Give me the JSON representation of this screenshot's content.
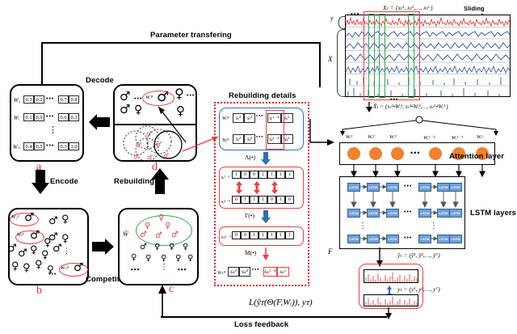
{
  "figure": {
    "top_flow_label": "Parameter transfering",
    "decode_label": "Decode",
    "encode_label": "Encode",
    "rebuilding_label": "Rebuilding",
    "competition_label": "Competition",
    "rebuilding_details_label": "Rebuilding details",
    "attention_label": "Attention layer",
    "lstm_label": "LSTM layers",
    "sliding_label": "Sliding",
    "loss_label": "Loss feedback",
    "loss_formula": "L(ỹᴛ(Θ(F,Wᵢ)), yᴛ)"
  },
  "panel_tags": {
    "a": "a",
    "b": "b",
    "c": "c",
    "d": "d"
  },
  "weight_matrix": {
    "row_labels": [
      "W₁",
      "Wᵢ",
      "Wₙ"
    ],
    "rows": [
      [
        "0.3",
        "0.2",
        "0.7",
        "0.8"
      ],
      [
        "0.1",
        "0.9",
        "0.6",
        "0.3"
      ],
      [
        "0.4",
        "0.5",
        "0.3",
        "1.0"
      ]
    ],
    "ellipsis": "•••",
    "vertical_ellipsis": "⋮"
  },
  "decode_panel": {
    "selected_label": "Wᵢᴮ",
    "male_symbol": "♂",
    "female_symbol": "♀",
    "ellipsis": "•••"
  },
  "competition_panel": {
    "labels": [
      "W₁ᴮ",
      "Wᵢᴮ",
      "Wₙᴮ"
    ],
    "male_symbol": "♂",
    "female_symbol": "♀",
    "ellipsis": "•••",
    "vertical_ellipsis": "⋮"
  },
  "offspring_panel": {
    "w_tilde": "W̃",
    "ellipsis": "•••",
    "vertical_ellipsis": "⋮"
  },
  "rebuilding_details": {
    "parents": [
      {
        "label": "Wᵢᴮ",
        "cells": [
          "sᵢ¹",
          "sᵢ²",
          "sᵢᴸ⁻¹",
          "sᵢᴸ"
        ]
      },
      {
        "label": "Wⱼᴮ",
        "cells": [
          "sⱼ¹",
          "sⱼ²",
          "sⱼᴸ⁻¹",
          "sⱼᴸ"
        ]
      }
    ],
    "op_lambda": "Λ(•)",
    "op_gamma": "Γ(•)",
    "op_m": "M(•)",
    "crossover": [
      {
        "label": "sᵢᴸ⁻¹",
        "bits": [
          "1",
          "0",
          "0",
          "1",
          "1",
          "1",
          "1"
        ]
      },
      {
        "label": "sⱼᴸ⁻¹",
        "bits": [
          "0",
          "1",
          "1",
          "1",
          "0",
          "1",
          "0"
        ]
      }
    ],
    "mutation": {
      "label": "sₖᴸ⁻¹",
      "bits": [
        "0",
        "0",
        "1",
        "1",
        "1",
        "1",
        "1"
      ]
    },
    "result": {
      "label": "Wₖᴮ",
      "cells": [
        "sₖ¹",
        "sₖ²",
        "sₖᴸ⁻¹",
        "sₖᴸ"
      ]
    },
    "ellipsis": "•••"
  },
  "timeseries": {
    "y_label": "y",
    "x_label": "X",
    "window_formula": "Xₜ = {xₜ¹, xₜ²,…, xₜᴸ}",
    "weighted_formula": "X̃ₜ = {xₜ¹•Wᵢ¹, xₜ²•Wᵢ²,…, xₜᴸ•Wᵢᴸ}",
    "ellipsis": "•••",
    "series_colors": [
      "#e02b2b",
      "#2a4fa0",
      "#2a4fa0",
      "#2a4fa0",
      "#2a4fa0",
      "#2a4fa0",
      "#2a4fa0"
    ]
  },
  "attention": {
    "weights": [
      "Wᵢ¹",
      "Wᵢ²",
      "Wᵢ³",
      "Wᵢᴸ⁻²",
      "Wᵢᴸ⁻¹",
      "Wᵢᴸ"
    ],
    "ellipsis": "•••",
    "neuron_color": "#f0812f",
    "title": "Attention layer",
    "sum_symbol": "°"
  },
  "lstm": {
    "cell_label": "LSTM",
    "rows": 3,
    "cols": 6,
    "ellipsis": "•••",
    "vertical_ellipsis": "⋮",
    "f_label": "F",
    "title": "LSTM layers"
  },
  "output": {
    "pred_formula": "ỹₜ = (ỹ¹, ỹ²,…, ỹᵀ)",
    "true_formula": "yₜ = (y¹, y²,…, yᵀ)",
    "signal_color": "#e02b2b"
  },
  "colors": {
    "red": "#e8262a",
    "blue": "#2f6fad",
    "green": "#2aa84a",
    "orange": "#f0812f",
    "lstm_blue": "#6f9fd8"
  }
}
